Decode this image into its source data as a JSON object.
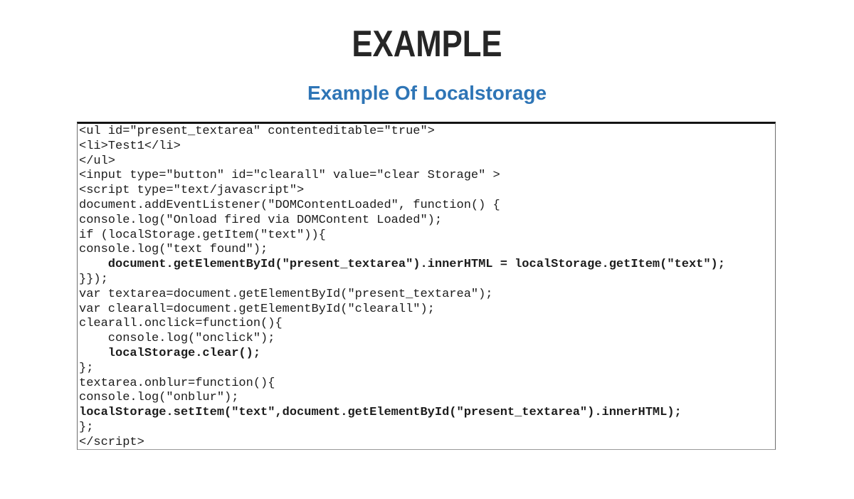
{
  "slide": {
    "title": "EXAMPLE",
    "subtitle": "Example Of Localstorage"
  },
  "colors": {
    "title_text": "#262626",
    "subtitle_text": "#2E75B6",
    "code_text": "#1c1c1c",
    "box_border_top": "#141414",
    "box_border_side": "#6e6e6e"
  },
  "code": {
    "lines": [
      {
        "text": "<ul id=\"present_textarea\" contenteditable=\"true\">",
        "bold": false
      },
      {
        "text": "<li>Test1</li>",
        "bold": false
      },
      {
        "text": "</ul>",
        "bold": false
      },
      {
        "text": "<input type=\"button\" id=\"clearall\" value=\"clear Storage\" >",
        "bold": false
      },
      {
        "text": "<script type=\"text/javascript\">",
        "bold": false
      },
      {
        "text": "document.addEventListener(\"DOMContentLoaded\", function() {",
        "bold": false
      },
      {
        "text": "console.log(\"Onload fired via DOMContent Loaded\");",
        "bold": false
      },
      {
        "text": "if (localStorage.getItem(\"text\")){",
        "bold": false
      },
      {
        "text": "console.log(\"text found\");",
        "bold": false
      },
      {
        "text": "    document.getElementById(\"present_textarea\").innerHTML = localStorage.getItem(\"text\");",
        "bold": true
      },
      {
        "text": "}});",
        "bold": false
      },
      {
        "text": "var textarea=document.getElementById(\"present_textarea\");",
        "bold": false
      },
      {
        "text": "var clearall=document.getElementById(\"clearall\");",
        "bold": false
      },
      {
        "text": "clearall.onclick=function(){",
        "bold": false
      },
      {
        "text": "    console.log(\"onclick\");",
        "bold": false
      },
      {
        "text": "    localStorage.clear();",
        "bold": true
      },
      {
        "text": "};",
        "bold": false
      },
      {
        "text": "textarea.onblur=function(){",
        "bold": false
      },
      {
        "text": "console.log(\"onblur\");",
        "bold": false
      },
      {
        "text": "localStorage.setItem(\"text\",document.getElementById(\"present_textarea\").innerHTML);",
        "bold": true
      },
      {
        "text": "};",
        "bold": false
      },
      {
        "text": "</script>",
        "bold": false
      }
    ]
  }
}
